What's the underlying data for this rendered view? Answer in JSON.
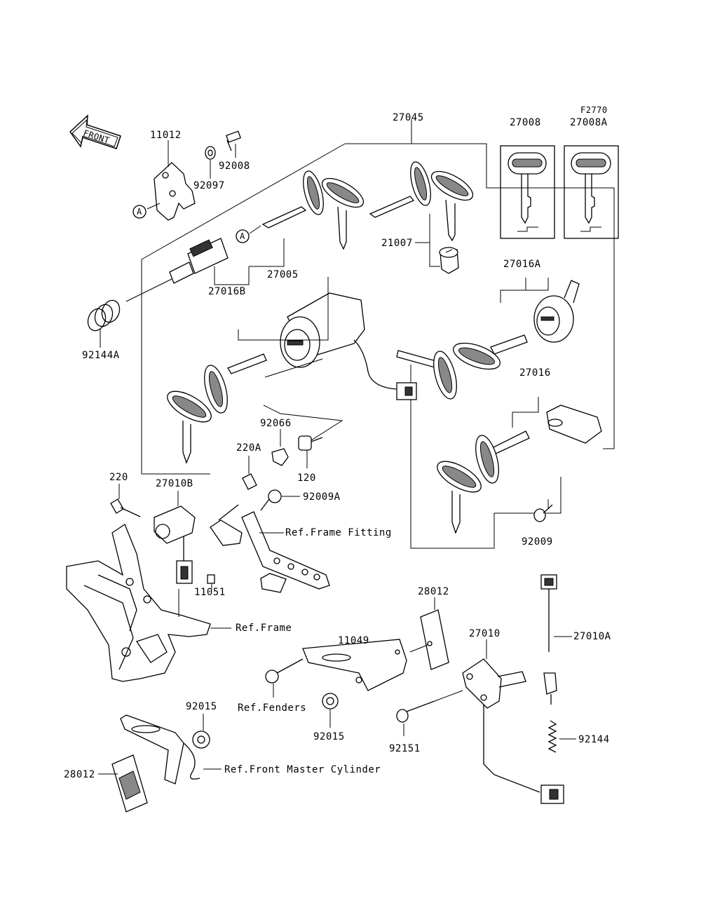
{
  "diagram_code": "F2770",
  "front_label": "FRONT",
  "circle_ref": "A",
  "part_labels": {
    "p27045": "27045",
    "p27008": "27008",
    "p27008A": "27008A",
    "p11012": "11012",
    "p92008": "92008",
    "p92097": "92097",
    "p21007": "21007",
    "p27016A": "27016A",
    "p27005": "27005",
    "p27016B": "27016B",
    "p92144A": "92144A",
    "p27016": "27016",
    "p92066": "92066",
    "p220A": "220A",
    "p120": "120",
    "p220": "220",
    "p27010B": "27010B",
    "p92009A": "92009A",
    "p92009": "92009",
    "p11051": "11051",
    "p28012_top": "28012",
    "p27010": "27010",
    "p27010A": "27010A",
    "p11049": "11049",
    "p92015_mid": "92015",
    "p92015_left": "92015",
    "p92151": "92151",
    "p92144": "92144",
    "p28012_bottom": "28012"
  },
  "ref_labels": {
    "frame_fitting": "Ref.Frame Fitting",
    "frame": "Ref.Frame",
    "fenders": "Ref.Fenders",
    "front_master_cylinder": "Ref.Front Master Cylinder"
  }
}
